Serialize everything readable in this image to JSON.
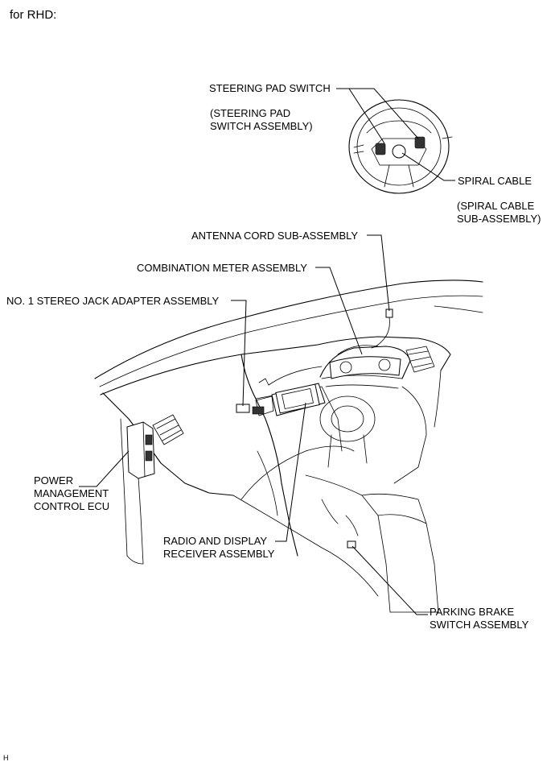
{
  "header": "for RHD:",
  "footer_code": "H",
  "labels": {
    "steering_pad_switch": "STEERING PAD SWITCH",
    "steering_pad_switch_sub": "(STEERING PAD\nSWITCH ASSEMBLY)",
    "spiral_cable": "SPIRAL CABLE",
    "spiral_cable_sub": "(SPIRAL CABLE\nSUB-ASSEMBLY)",
    "antenna_cord": "ANTENNA CORD SUB-ASSEMBLY",
    "combination_meter": "COMBINATION METER ASSEMBLY",
    "stereo_jack": "NO. 1 STEREO JACK ADAPTER ASSEMBLY",
    "power_management": "POWER\nMANAGEMENT\nCONTROL ECU",
    "radio_display": "RADIO AND DISPLAY\nRECEIVER ASSEMBLY",
    "parking_brake": "PARKING BRAKE\nSWITCH ASSEMBLY"
  }
}
